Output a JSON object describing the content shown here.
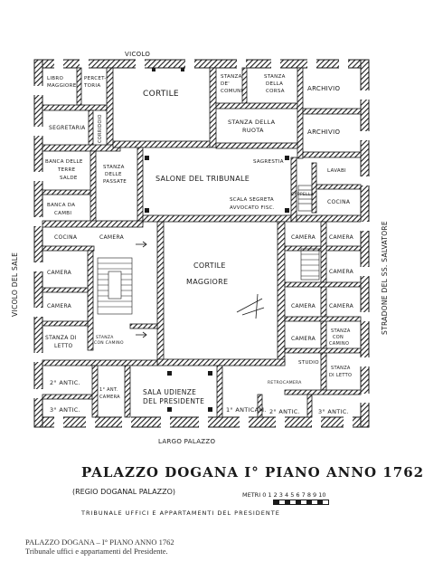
{
  "streets": {
    "north": "VICOLO",
    "south": "LARGO PALAZZO",
    "west": "VICOLO DEL SALE",
    "east": "STRADONE DEL SS. SALVATORE"
  },
  "rooms": {
    "libro_maggiore": [
      "LIBRO",
      "MAGGIORE"
    ],
    "percettoria": [
      "PERCET-",
      "TORIA"
    ],
    "cortile": "CORTILE",
    "stanza_de_comuni": [
      "STANZA",
      "DE'",
      "COMUNI"
    ],
    "stanza_della_corsa": [
      "STANZA",
      "DELLA",
      "CORSA"
    ],
    "archivio_1": "ARCHIVIO",
    "archivio_2": "ARCHIVIO",
    "segretaria": "SEGRETARIA",
    "corridoio": "CORRIDOIO",
    "stanza_della_ruota": [
      "STANZA DELLA",
      "RUOTA"
    ],
    "banca_delle_terre_salde": [
      "BANCA DELLE",
      "TERRE",
      "SALDE"
    ],
    "stanza_delle_passate": [
      "STANZA",
      "DELLE",
      "PASSATE"
    ],
    "sagrestia": "SAGRESTIA",
    "salone_del_tribunale": "SALONE DEL TRIBUNALE",
    "lavabi": "LAVABI",
    "banca_da_cambi": [
      "BANCA DA",
      "CAMBI"
    ],
    "scala_segreta": [
      "SCALA SEGRETA",
      "AVVOCATO FISC."
    ],
    "cappella": "CAPPELLA",
    "cocina_e": "COCINA",
    "cocina_w": "COCINA",
    "camera_w1": "CAMERA",
    "cortile_maggiore": [
      "CORTILE",
      "MAGGIORE"
    ],
    "camera_e1": "CAMERA",
    "camera_e2": "CAMERA",
    "camera_w2": "CAMERA",
    "camera_w3": "CAMERA",
    "camera_e3": "CAMERA",
    "camera_e4": "CAMERA",
    "camera_e5": "CAMERA",
    "camera_e6": "CAMERA",
    "stanza_di_letto_w": [
      "STANZA DI",
      "LETTO"
    ],
    "stanza_con_camino_w": [
      "STANZA",
      "CON CAMINO"
    ],
    "stanza_con_camino_e": [
      "STANZA",
      "CON",
      "CAMINO"
    ],
    "studio": "STUDIO",
    "stanza_di_letto_e": [
      "STANZA",
      "DI LETTO"
    ],
    "anticamera_2_w": "2° ANTIC.",
    "anticamera_1_w": [
      "1° ANT.",
      "CAMERA"
    ],
    "sala_udienze": [
      "SALA UDIENZE",
      "DEL PRESIDENTE"
    ],
    "retrocamera": "RETROCAMERA",
    "anticamera_3_w": "3° ANTIC.",
    "anticamera_1_s": "1° ANTICAM.",
    "anticamera_2_s": "2° ANTIC.",
    "anticamera_3_s": "3° ANTIC."
  },
  "title_block": {
    "title": "PALAZZO DOGANA   I° PIANO ANNO 1762",
    "subtitle": "(REGIO DOGANAL PALAZZO)",
    "metri_label": "METRI",
    "metri_scale": "0 1 2 3 4 5 6 7 8 9 10",
    "description": "TRIBUNALE UFFICI E APPARTAMENTI DEL PRESIDENTE"
  },
  "caption": {
    "line1": "PALAZZO DOGANA – I° PIANO ANNO 1762",
    "line2": "Tribunale uffici e appartamenti del Presidente."
  }
}
